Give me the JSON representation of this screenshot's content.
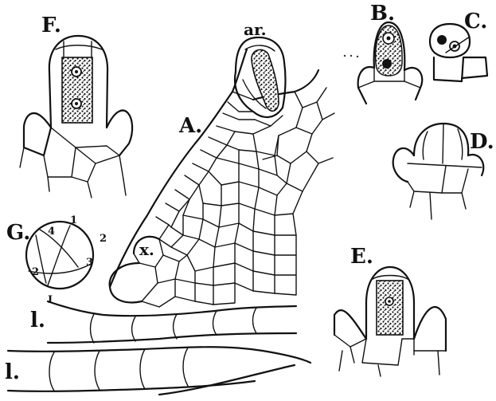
{
  "figure_labels": {
    "F": "F.",
    "ar": "ar.",
    "B": "B.",
    "C": "C.",
    "A": "A.",
    "D": "D.",
    "G": "G.",
    "x": "x.",
    "E": "E.",
    "l_upper": "l.",
    "l_lower": "l."
  },
  "g_numbers": {
    "n4": "4",
    "n1": "1",
    "n2a": "2",
    "n2b": "2",
    "n3": "3",
    "nI": "I"
  },
  "colors": {
    "ink": "#111111",
    "paper": "#ffffff"
  }
}
